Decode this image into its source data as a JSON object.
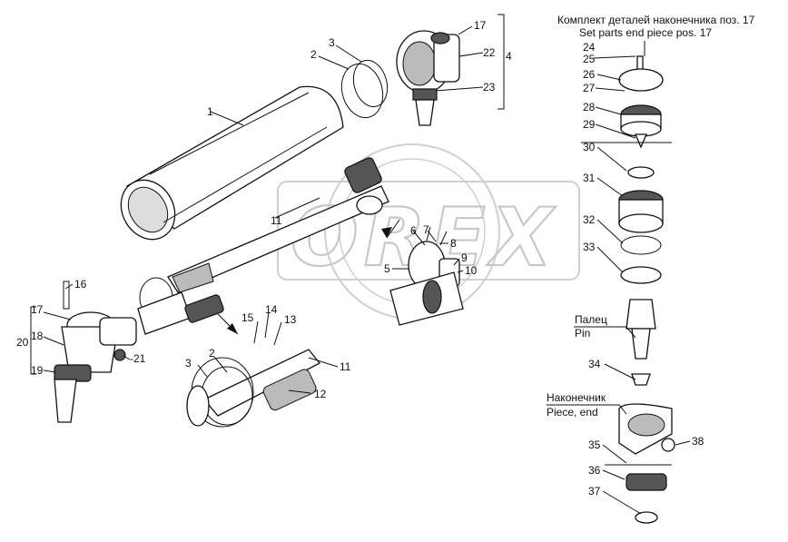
{
  "watermark": "OREX",
  "kit_caption": {
    "ru": "Комплект деталей наконечника поз. 17",
    "en": "Set parts end piece pos. 17"
  },
  "pin_caption": {
    "ru": "Палец",
    "en": "Pin"
  },
  "end_caption": {
    "ru": "Наконечник",
    "en": "Piece, end"
  },
  "labels": {
    "l1": "1",
    "l2a": "2",
    "l2b": "2",
    "l3a": "3",
    "l3b": "3",
    "l4": "4",
    "l5": "5",
    "l6": "6",
    "l7": "7",
    "l8": "8",
    "l9": "9",
    "l10": "10",
    "l11a": "11",
    "l11b": "11",
    "l12": "12",
    "l13": "13",
    "l14": "14",
    "l15": "15",
    "l16": "16",
    "l17a": "17",
    "l17b": "17",
    "l18": "18",
    "l19": "19",
    "l20": "20",
    "l21": "-21",
    "l22": "22",
    "l23": "23",
    "l24": "24",
    "l25": "25",
    "l26": "26",
    "l27": "27",
    "l28": "28",
    "l29": "29",
    "l30": "30",
    "l31": "31",
    "l32": "32",
    "l33": "33",
    "l34": "34",
    "l35": "35",
    "l36": "36",
    "l37": "37",
    "l38": "38"
  }
}
